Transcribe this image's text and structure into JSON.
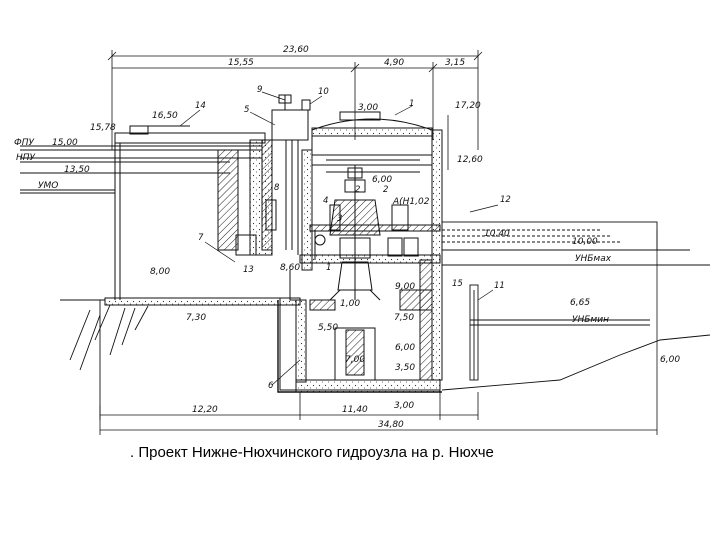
{
  "caption": ". Проект Нижне-Нюхчинского гидроузла на р. Нюхче",
  "dimensions": {
    "total_width": "23,60",
    "seg_left": "15,55",
    "seg_mid": "4,90",
    "seg_right": "3,15",
    "bottom_total": "34,80",
    "bottom_left": "12,20",
    "bottom_mid": "11,40",
    "bottom_right": "3,00",
    "crane_span": "3,00",
    "hall_width": "6,00"
  },
  "levels": {
    "fpu_label": "ФПУ",
    "npu_label": "НПУ",
    "umo_label": "УМО",
    "unb_max_label": "УНБмах",
    "unb_min_label": "УНБмин",
    "l15_78": "15,78",
    "l15_00": "15,00",
    "l13_50": "13,50",
    "l16_50": "16,50",
    "l17_20": "17,20",
    "l12_60": "12,60",
    "l10_40": "10,40",
    "l10_00": "10,00",
    "l8_00": "8,00",
    "l7_30": "7,30",
    "l8_60": "8,60",
    "l9_00": "9,00",
    "l6_65": "6,65",
    "l6_00": "6,00",
    "l7_50": "7,50",
    "l5_50": "5,50",
    "l3_50": "3,50",
    "l6_00b": "6,00",
    "l7_00": "7,00",
    "l1_00": "1,00",
    "abs_label": "А(Н1,02"
  },
  "callouts": [
    "1",
    "2",
    "3",
    "4",
    "5",
    "6",
    "7",
    "8",
    "9",
    "10",
    "11",
    "12",
    "13",
    "14",
    "15",
    "1",
    "2"
  ]
}
